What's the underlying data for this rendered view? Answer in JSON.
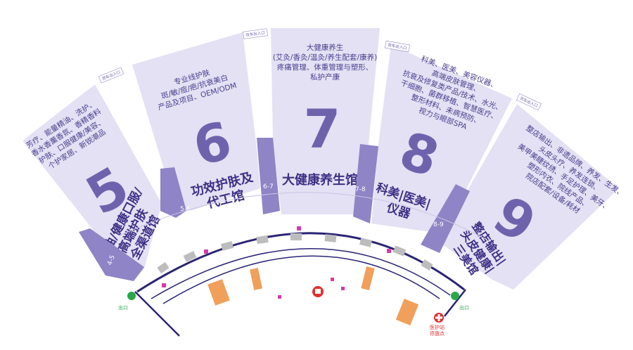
{
  "colors": {
    "hall_fill": "#e3e1f3",
    "hall_text": "#4a3f8f",
    "hall_number": "#6f62ad",
    "corridor": "#8f84c6",
    "outline": "#2b2575",
    "orange": "#f0a05a",
    "pink": "#d63aa8",
    "red": "#e0312f",
    "green": "#2aa84a"
  },
  "entrance_tag": "货车出入口",
  "halls": [
    {
      "num": "5",
      "name_lines": [
        "精油/健康口服/",
        "高端护肤",
        "全渠道馆"
      ],
      "desc_lines": [
        "芳疗、能量精油、洗护、",
        "香水香薰香氛、香精香料",
        "护肤、口服健康/美容、",
        "个护家居、新锐潮品"
      ],
      "connector": "4-5"
    },
    {
      "num": "6",
      "name_lines": [
        "功效护肤及",
        "代工馆"
      ],
      "desc_lines": [
        "专业线护肤",
        "斑/敏/痘/疤/抗衰美白",
        "产品及项目、OEM/ODM"
      ],
      "connector": "5-6"
    },
    {
      "num": "7",
      "name_lines": [
        "大健康养生馆"
      ],
      "desc_lines": [
        "大健康养生",
        "(艾灸/香灸/温灸/养生配套/康养)",
        "疼痛管理、体重管理与塑形、",
        "私护产康"
      ],
      "connector": "6-7"
    },
    {
      "num": "8",
      "name_lines": [
        "科美|医美|",
        "仪器"
      ],
      "desc_lines": [
        "科美、医美、美容仪器、",
        "高端皮肤管理、",
        "抗衰及修复类产品/技术、水光、",
        "干细胞、菌群移植、智慧医疗、",
        "整形材料、未病预防、",
        "视力与眼部SPA"
      ],
      "connector": "7-8"
    },
    {
      "num": "9",
      "name_lines": [
        "整店输出|",
        "头皮健康|",
        "三美馆"
      ],
      "desc_lines": [
        "整店输出、非遗品牌、养发、生发、",
        "头皮头疗、养发连锁、",
        "美甲美睫纹绣、手足护理、美牙、",
        "塑形内衣、院线产品、",
        "院店配套/设备/耗材"
      ],
      "connector": "8-9"
    }
  ],
  "labels": {
    "exit_left": "出口",
    "exit_right": "出口",
    "nursing": "医护站",
    "nursing2": "停靠点"
  }
}
